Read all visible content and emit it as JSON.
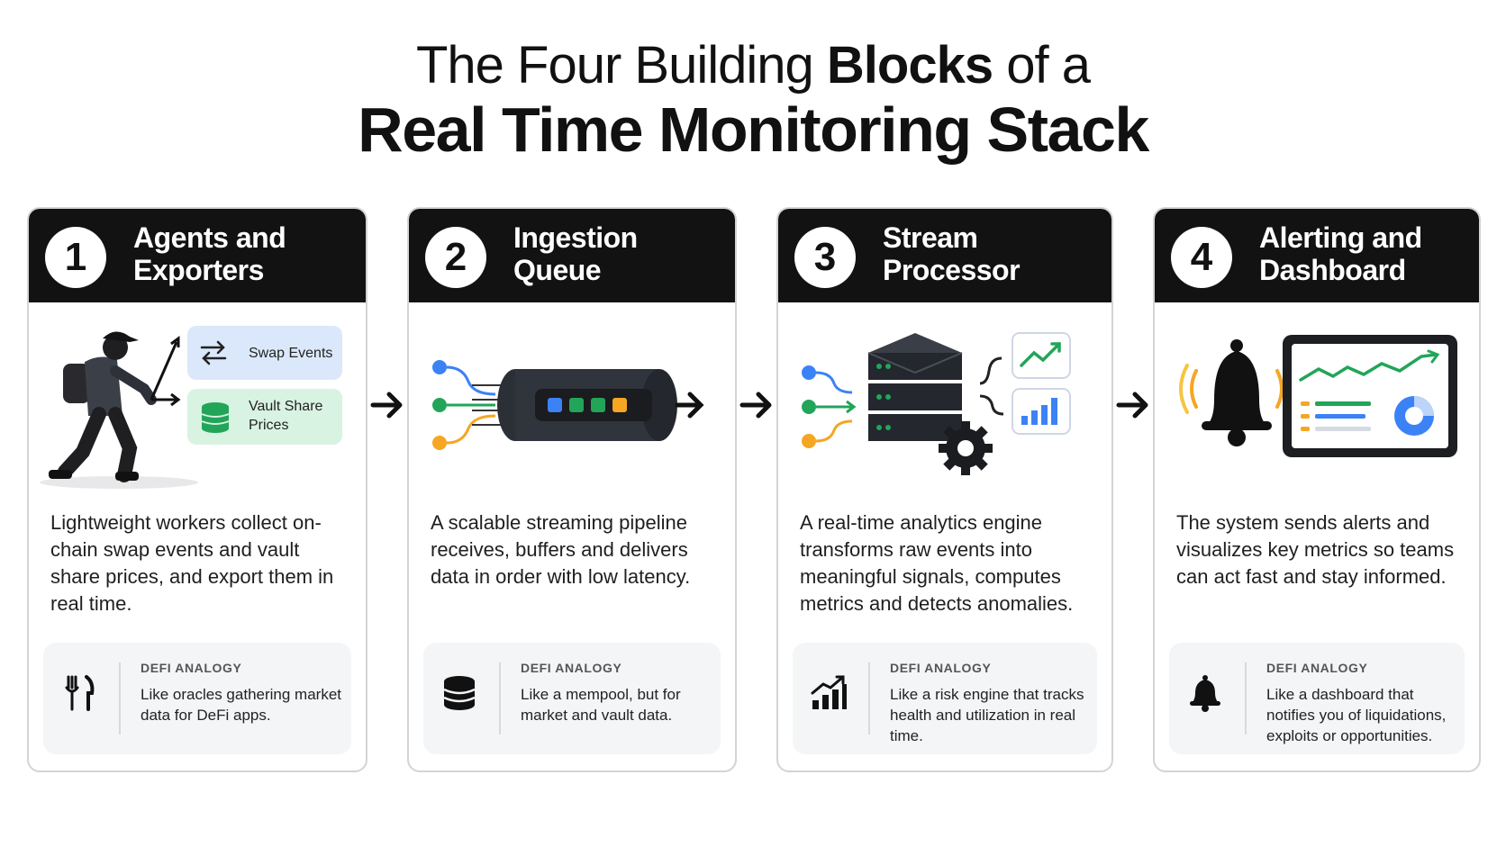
{
  "title": {
    "line1_pre": "The Four Building ",
    "line1_bold": "Blocks",
    "line1_post": " of a",
    "line2": "Real Time Monitoring Stack"
  },
  "analogy_label": "DEFI ANALOGY",
  "cards": [
    {
      "number": "1",
      "title_line1": "Agents and",
      "title_line2": "Exporters",
      "description": "Lightweight workers collect on-chain swap events and vault share prices, and export them in real time.",
      "pill_swap": "Swap Events",
      "pill_vault_line1": "Vault Share",
      "pill_vault_line2": "Prices",
      "analogy": "Like oracles gathering market data for DeFi apps.",
      "analogy_icon": "fork-knife-icon"
    },
    {
      "number": "2",
      "title_line1": "Ingestion",
      "title_line2": "Queue",
      "description": "A scalable streaming pipeline receives, buffers and delivers data in order with low latency.",
      "analogy": "Like a mempool, but for market and vault data.",
      "analogy_icon": "database-icon"
    },
    {
      "number": "3",
      "title_line1": "Stream",
      "title_line2": "Processor",
      "description": "A real-time analytics engine transforms raw events into meaningful signals, computes metrics and detects anomalies.",
      "analogy": "Like a risk engine that tracks health and utilization in real time.",
      "analogy_icon": "rising-chart-icon"
    },
    {
      "number": "4",
      "title_line1": "Alerting and",
      "title_line2": "Dashboard",
      "description": "The system sends alerts and visualizes key metrics so teams can act fast and stay informed.",
      "analogy": "Like a dashboard that notifies you of liquidations, exploits or opportunities.",
      "analogy_icon": "bell-icon"
    }
  ],
  "colors": {
    "header": "#121212",
    "blue": "#3b82f6",
    "green": "#22a559",
    "orange": "#f5a623",
    "yellow": "#f5c542",
    "pill_blue": "#dbe8fb",
    "pill_green": "#d8f3e2"
  }
}
